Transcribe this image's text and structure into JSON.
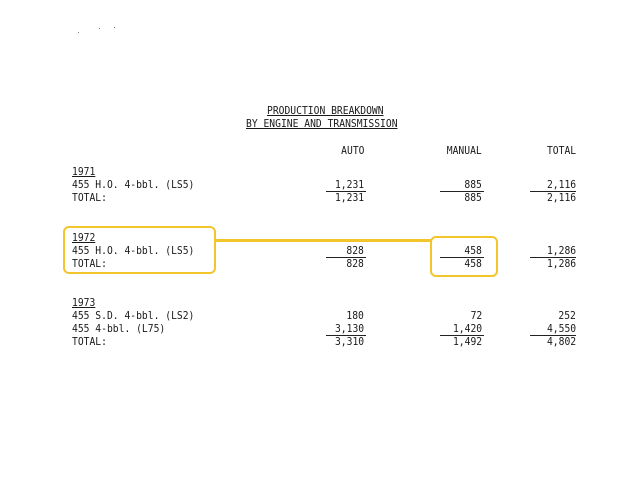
{
  "title": {
    "line1": "PRODUCTION BREAKDOWN",
    "line2": "BY ENGINE AND TRANSMISSION"
  },
  "columns": {
    "auto": "AUTO",
    "manual": "MANUAL",
    "total": "TOTAL"
  },
  "years": [
    {
      "year": "1971",
      "rows": [
        {
          "label": "455 H.O. 4-bbl. (LS5)",
          "auto": "1,231",
          "manual": "885",
          "total": "2,116"
        }
      ],
      "total": {
        "label": "TOTAL:",
        "auto": "1,231",
        "manual": "885",
        "total": "2,116"
      }
    },
    {
      "year": "1972",
      "rows": [
        {
          "label": "455 H.O. 4-bbl. (LS5)",
          "auto": "828",
          "manual": "458",
          "total": "1,286"
        }
      ],
      "total": {
        "label": "TOTAL:",
        "auto": "828",
        "manual": "458",
        "total": "1,286"
      }
    },
    {
      "year": "1973",
      "rows": [
        {
          "label": "455 S.D. 4-bbl. (LS2)",
          "auto": "180",
          "manual": "72",
          "total": "252"
        },
        {
          "label": "455 4-bbl. (L75)",
          "auto": "3,130",
          "manual": "1,420",
          "total": "4,550"
        }
      ],
      "total": {
        "label": "TOTAL:",
        "auto": "3,310",
        "manual": "1,492",
        "total": "4,802"
      }
    }
  ],
  "highlight_color": "#f2c52c"
}
